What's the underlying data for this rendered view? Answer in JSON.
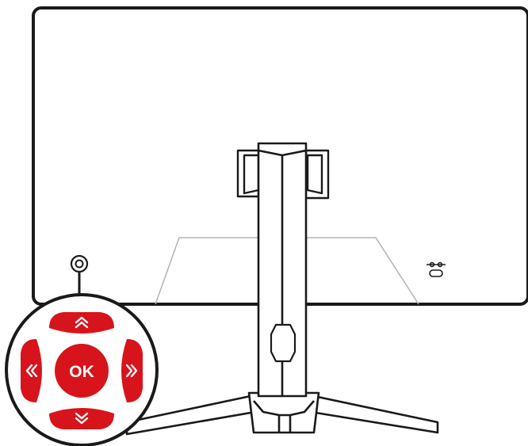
{
  "joystick": {
    "center_label": "OK",
    "directions": [
      "up",
      "down",
      "left",
      "right"
    ]
  },
  "colors": {
    "outline": "#1a1a1a",
    "accent_red": "#d7141c",
    "button_text": "#ffffff",
    "guide_gray": "#b3b3b3"
  }
}
